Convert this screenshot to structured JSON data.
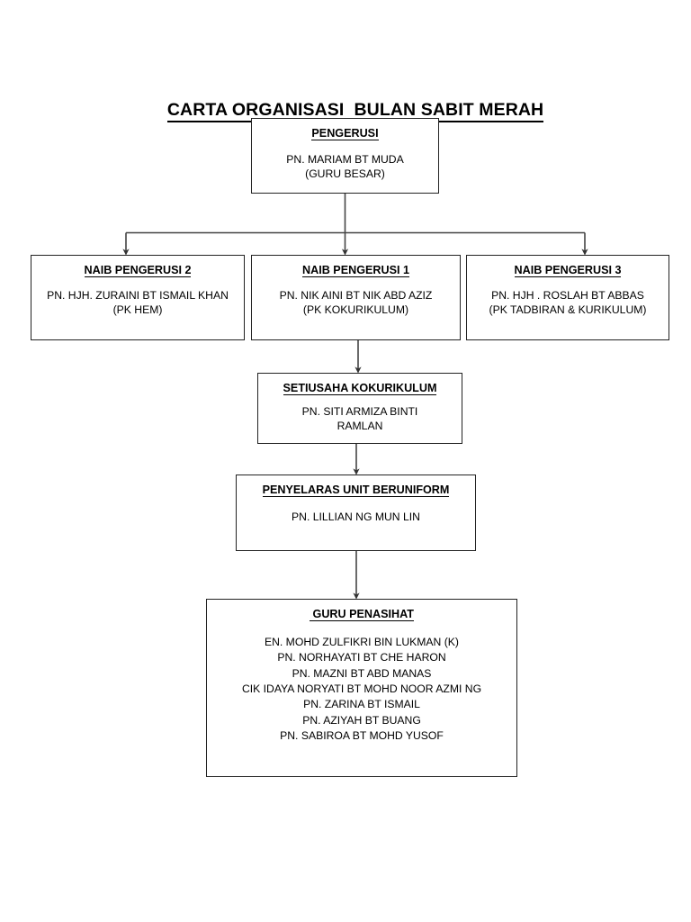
{
  "document": {
    "title": "CARTA ORGANISASI  BULAN SABIT MERAH"
  },
  "colors": {
    "background": "#ffffff",
    "text": "#000000",
    "box_border": "#222222",
    "connector": "#444444"
  },
  "nodes": {
    "pengerusi": {
      "title": "PENGERUSI",
      "body": "PN. MARIAM BT MUDA\n(GURU BESAR)"
    },
    "naib_pengerusi_2": {
      "title": "NAIB PENGERUSI 2",
      "body": "PN. HJH. ZURAINI BT ISMAIL KHAN\n(PK HEM)"
    },
    "naib_pengerusi_1": {
      "title": "NAIB PENGERUSI 1",
      "body": "PN. NIK AINI BT NIK ABD AZIZ\n(PK KOKURIKULUM)"
    },
    "naib_pengerusi_3": {
      "title": "NAIB PENGERUSI 3",
      "body": "PN. HJH . ROSLAH BT ABBAS\n(PK TADBIRAN & KURIKULUM)"
    },
    "setiusaha_kokurikulum": {
      "title": "SETIUSAHA KOKURIKULUM",
      "body": "PN. SITI ARMIZA BINTI\nRAMLAN"
    },
    "penyelaras_unit_beruniform": {
      "title": "PENYELARAS UNIT BERUNIFORM",
      "body": "PN. LILLIAN NG MUN LIN"
    },
    "guru_penasihat": {
      "title": " GURU PENASIHAT",
      "body": "EN. MOHD ZULFIKRI BIN LUKMAN (K)\nPN. NORHAYATI BT CHE HARON\nPN. MAZNI BT ABD MANAS\nCIK IDAYA NORYATI BT MOHD NOOR AZMI NG\nPN. ZARINA BT ISMAIL\nPN. AZIYAH BT BUANG\nPN. SABIROA BT MOHD YUSOF"
    }
  }
}
